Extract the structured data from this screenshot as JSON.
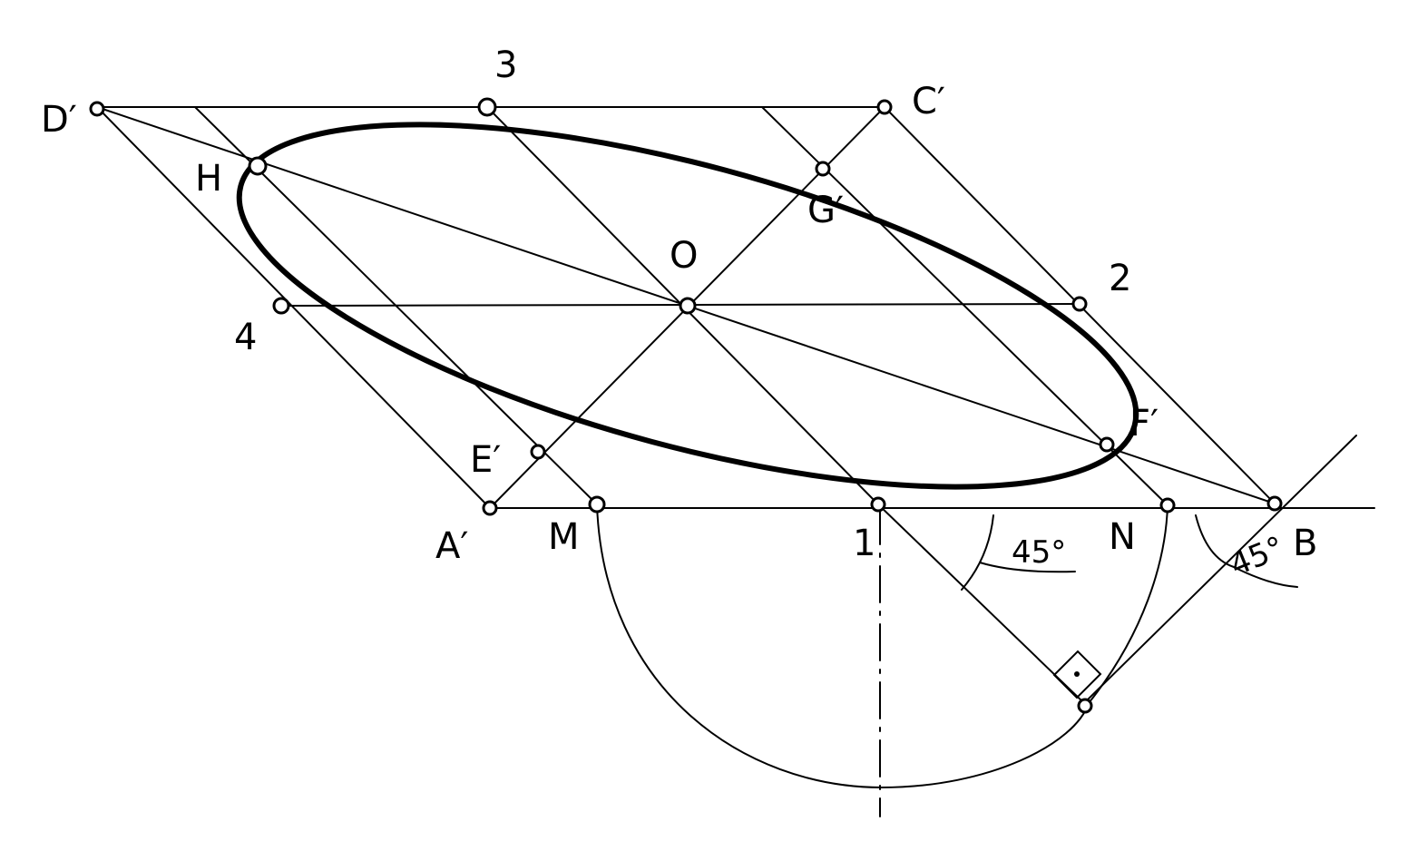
{
  "labels": {
    "D": "D′",
    "C": "C′",
    "A": "A′",
    "B": "B",
    "M": "M",
    "N": "N",
    "one": "1",
    "two": "2",
    "three": "3",
    "four": "4",
    "O": "O",
    "H": "H",
    "G": "G′",
    "E": "E′",
    "F": "F′"
  },
  "angles": {
    "left": "45°",
    "right": "45°"
  }
}
